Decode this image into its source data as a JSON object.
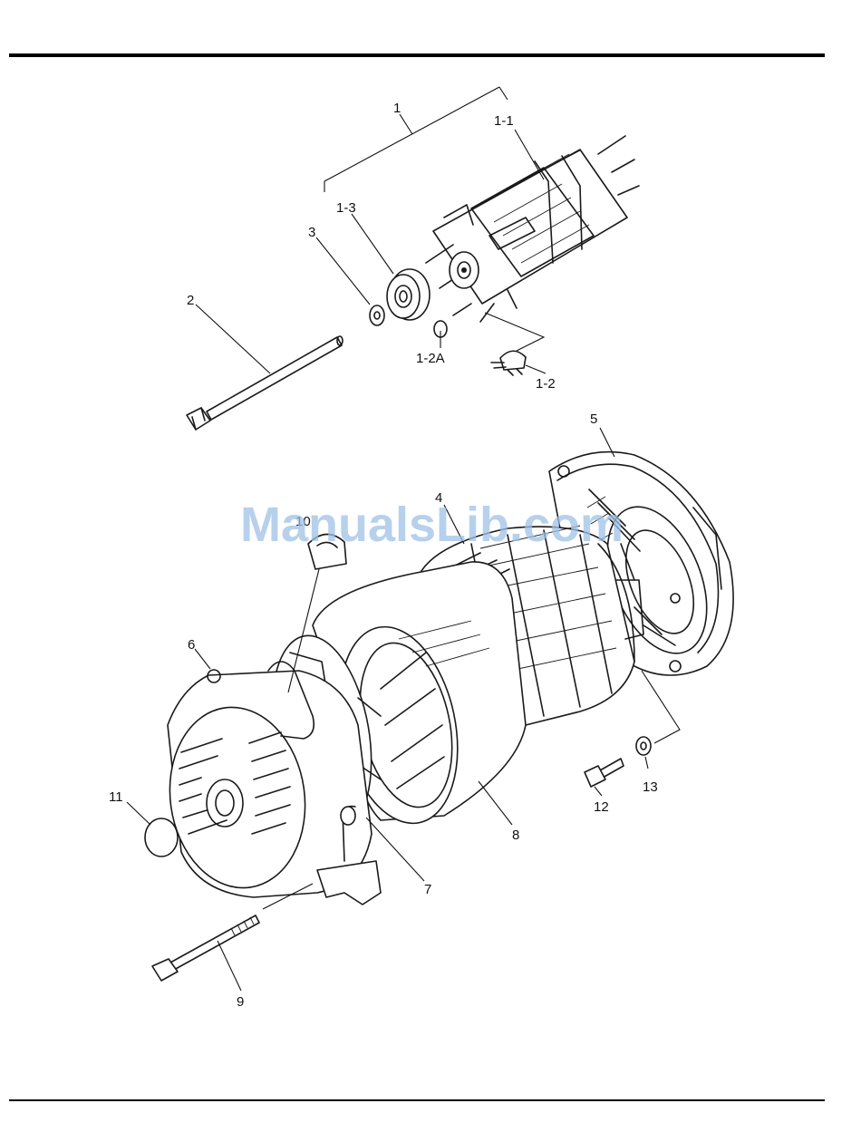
{
  "watermark": "ManualsLib.com",
  "callouts": {
    "c1": "1",
    "c1_1": "1-1",
    "c1_2": "1-2",
    "c1_2a": "1-2A",
    "c1_3": "1-3",
    "c2": "2",
    "c3": "3",
    "c4": "4",
    "c5": "5",
    "c6": "6",
    "c7": "7",
    "c8": "8",
    "c9": "9",
    "c10": "10",
    "c11": "11",
    "c12": "12",
    "c13": "13"
  }
}
